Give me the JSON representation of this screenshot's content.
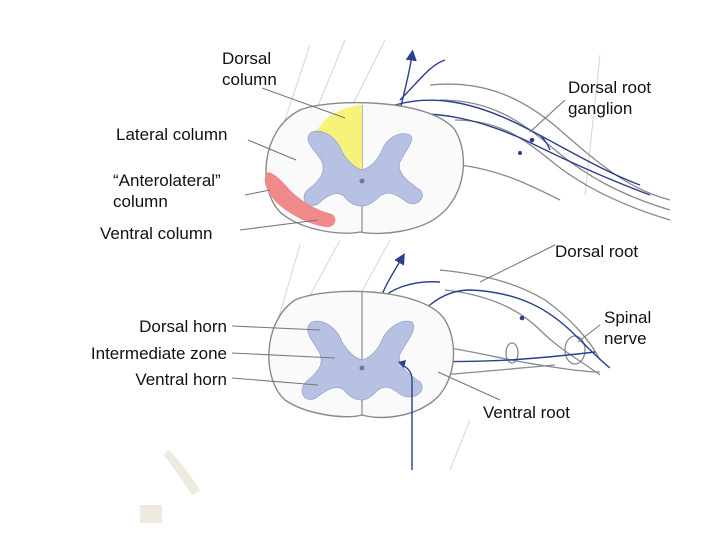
{
  "labels": {
    "dorsal_column": [
      "Dorsal",
      "column"
    ],
    "dorsal_root_ganglion": [
      "Dorsal root",
      "ganglion"
    ],
    "lateral_column": "Lateral column",
    "anterolateral_column": [
      "“Anterolateral”",
      "column"
    ],
    "ventral_column": "Ventral column",
    "dorsal_root": "Dorsal root",
    "spinal_nerve": [
      "Spinal",
      "nerve"
    ],
    "dorsal_horn": "Dorsal horn",
    "intermediate_zone": "Intermediate zone",
    "ventral_horn": "Ventral horn",
    "ventral_root": "Ventral root"
  },
  "colors": {
    "gray_matter": "#b7c1e2",
    "dorsal_column_fill": "#f7f37a",
    "anterolateral_fill": "#f08a8a",
    "nerve_blue": "#2b3f8f",
    "outline": "#8a8a8a",
    "leader_line": "#777777"
  }
}
